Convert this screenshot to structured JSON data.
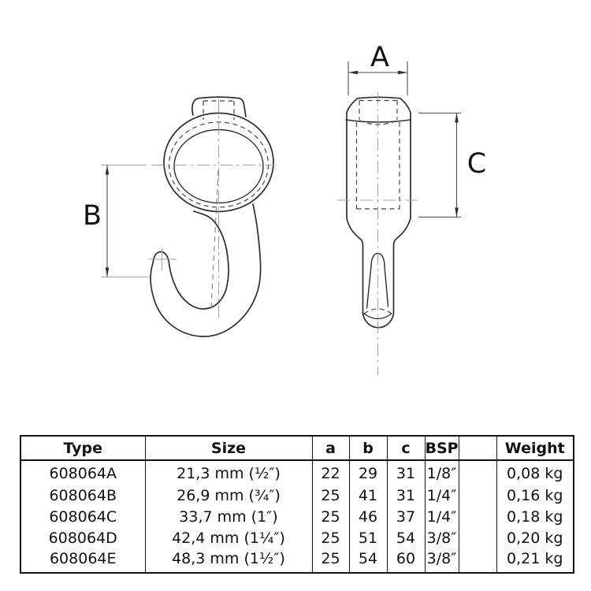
{
  "drawing": {
    "description": "Two-view technical line drawing of a tube-clamp hook fitting: front view (ring with hook) and side view (socket with hook edge-on)",
    "labels": {
      "width": "A",
      "height_left": "B",
      "height_right": "C"
    }
  },
  "table": {
    "headers": [
      "Type",
      "Size",
      "a",
      "b",
      "c",
      "BSP",
      "",
      "Weight"
    ],
    "rows": [
      [
        "608064A",
        "21,3 mm (½″)",
        "22",
        "29",
        "31",
        "1/8″",
        "",
        "0,08 kg"
      ],
      [
        "608064B",
        "26,9 mm (¾″)",
        "25",
        "41",
        "31",
        "1/4″",
        "",
        "0,16 kg"
      ],
      [
        "608064C",
        "33,7 mm (1″)",
        "25",
        "46",
        "37",
        "1/4″",
        "",
        "0,18 kg"
      ],
      [
        "608064D",
        "42,4 mm (1¼″)",
        "25",
        "51",
        "54",
        "3/8″",
        "",
        "0,20 kg"
      ],
      [
        "608064E",
        "48,3 mm (1½″)",
        "25",
        "54",
        "60",
        "3/8″",
        "",
        "0,21 kg"
      ]
    ]
  },
  "colors": {
    "background": "#ffffff",
    "outline": "#2e2e2e",
    "hidden_line": "#3d3d3d",
    "centerline": "#a3a3a3",
    "dimension_line": "#4f4f4f",
    "table_border": "#141414",
    "text": "#111111"
  }
}
